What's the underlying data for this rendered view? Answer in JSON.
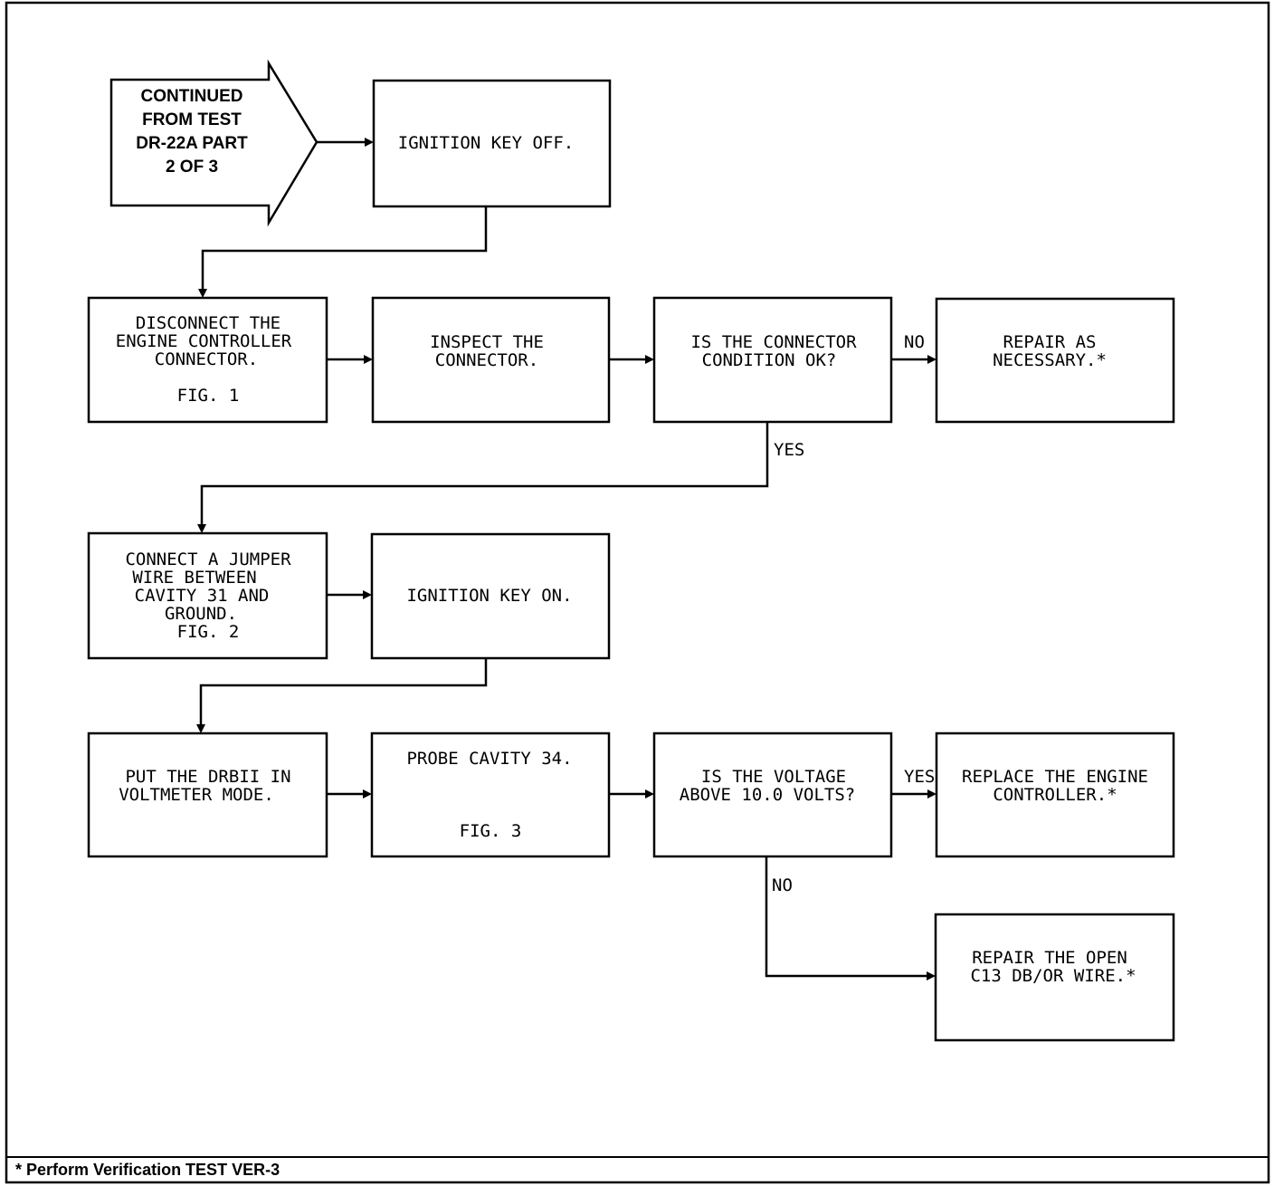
{
  "start": {
    "lines": [
      "CONTINUED",
      "FROM TEST",
      "DR-22A PART",
      "2 OF 3"
    ]
  },
  "boxes": {
    "ignition_off": {
      "lines": [
        "IGNITION KEY OFF."
      ]
    },
    "disconnect": {
      "lines": [
        "DISCONNECT THE",
        "ENGINE CONTROLLER",
        "CONNECTOR."
      ],
      "fig": "FIG. 1"
    },
    "inspect": {
      "lines": [
        "INSPECT THE",
        "CONNECTOR."
      ]
    },
    "connector_ok": {
      "lines": [
        "IS THE CONNECTOR",
        "CONDITION OK?"
      ]
    },
    "repair_necessary": {
      "lines": [
        "REPAIR AS",
        "NECESSARY.*"
      ]
    },
    "jumper": {
      "lines": [
        "CONNECT A JUMPER",
        "WIRE BETWEEN",
        "CAVITY 31 AND",
        "GROUND."
      ],
      "fig": "FIG. 2"
    },
    "ignition_on": {
      "lines": [
        "IGNITION KEY ON."
      ]
    },
    "drbii": {
      "lines": [
        "PUT THE DRBII IN",
        "VOLTMETER MODE."
      ]
    },
    "probe": {
      "lines": [
        "PROBE CAVITY 34."
      ],
      "fig": "FIG. 3"
    },
    "voltage": {
      "lines": [
        "IS THE VOLTAGE",
        "ABOVE 10.0 VOLTS?"
      ]
    },
    "replace": {
      "lines": [
        "REPLACE THE ENGINE",
        "CONTROLLER.*"
      ]
    },
    "repair_open": {
      "lines": [
        "REPAIR THE OPEN",
        "C13 DB/OR WIRE.*"
      ]
    }
  },
  "labels": {
    "no_1": "NO",
    "yes_1": "YES",
    "yes_2": "YES",
    "no_2": "NO"
  },
  "footer": "* Perform Verification TEST VER-3"
}
